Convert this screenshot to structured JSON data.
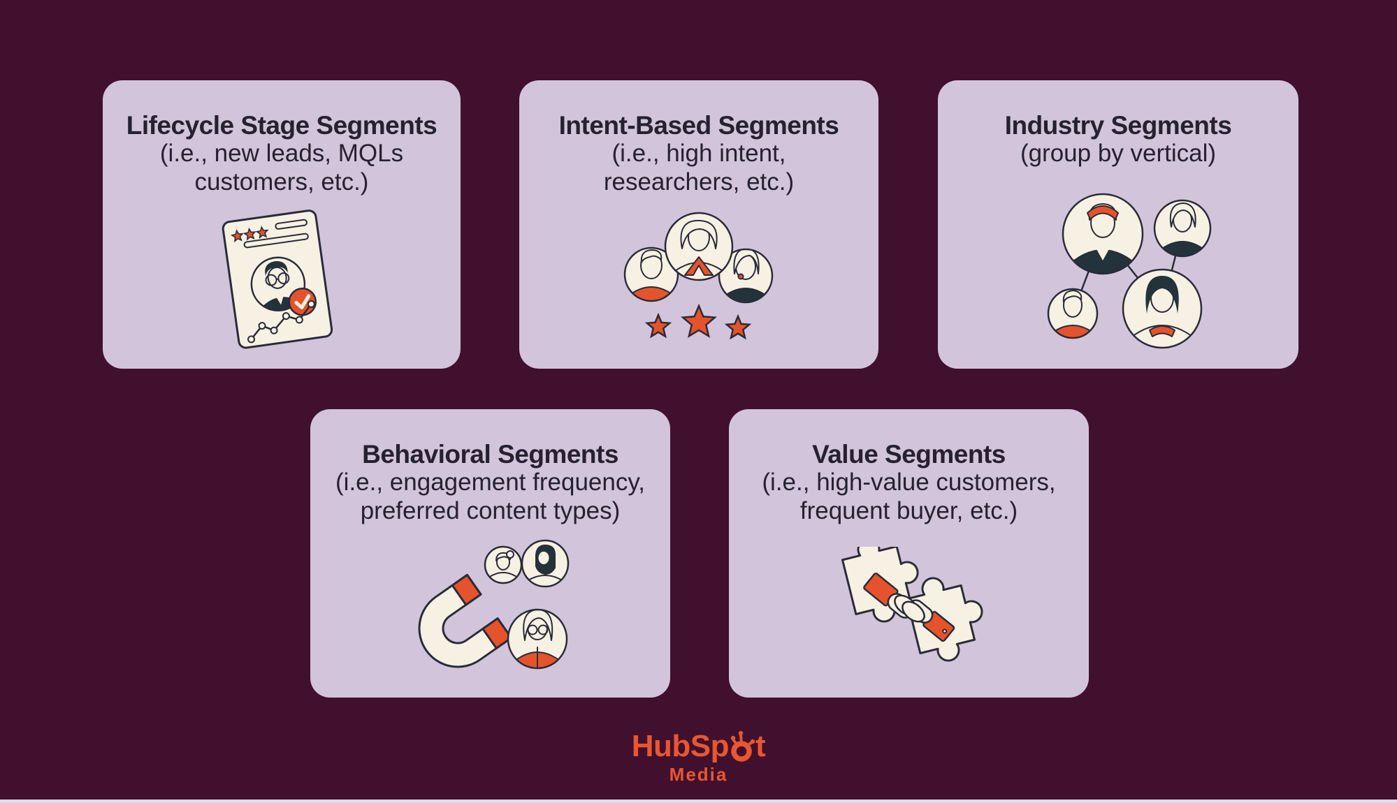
{
  "colors": {
    "bg": "#41102e",
    "card": "#d2c4db",
    "ink": "#2b2b38",
    "cream": "#f7f1e3",
    "orange": "#e5532c",
    "hair": "#22333b",
    "text": "#262130",
    "logo": "#e8572f",
    "strip": "#e5d9ec"
  },
  "cards": [
    {
      "title": "Lifecycle Stage Segments",
      "sub1": "(i.e., new leads, MQLs",
      "sub2": "customers, etc.)",
      "icon": "profile-card-with-checkmark"
    },
    {
      "title": "Intent-Based Segments",
      "sub1": "(i.e., high intent,",
      "sub2": "researchers, etc.)",
      "icon": "three-avatars-with-stars"
    },
    {
      "title": "Industry Segments",
      "sub1": "(group by vertical)",
      "sub2": "",
      "icon": "avatar-network"
    },
    {
      "title": "Behavioral Segments",
      "sub1": "(i.e., engagement frequency,",
      "sub2": "preferred content types)",
      "icon": "magnet-attracting-avatars"
    },
    {
      "title": "Value Segments",
      "sub1": "(i.e., high-value customers,",
      "sub2": "frequent buyer, etc.)",
      "icon": "puzzle-pieces-handshake"
    }
  ],
  "logo": {
    "prefix": "HubSp",
    "suffix": "t",
    "sub": "Media"
  }
}
